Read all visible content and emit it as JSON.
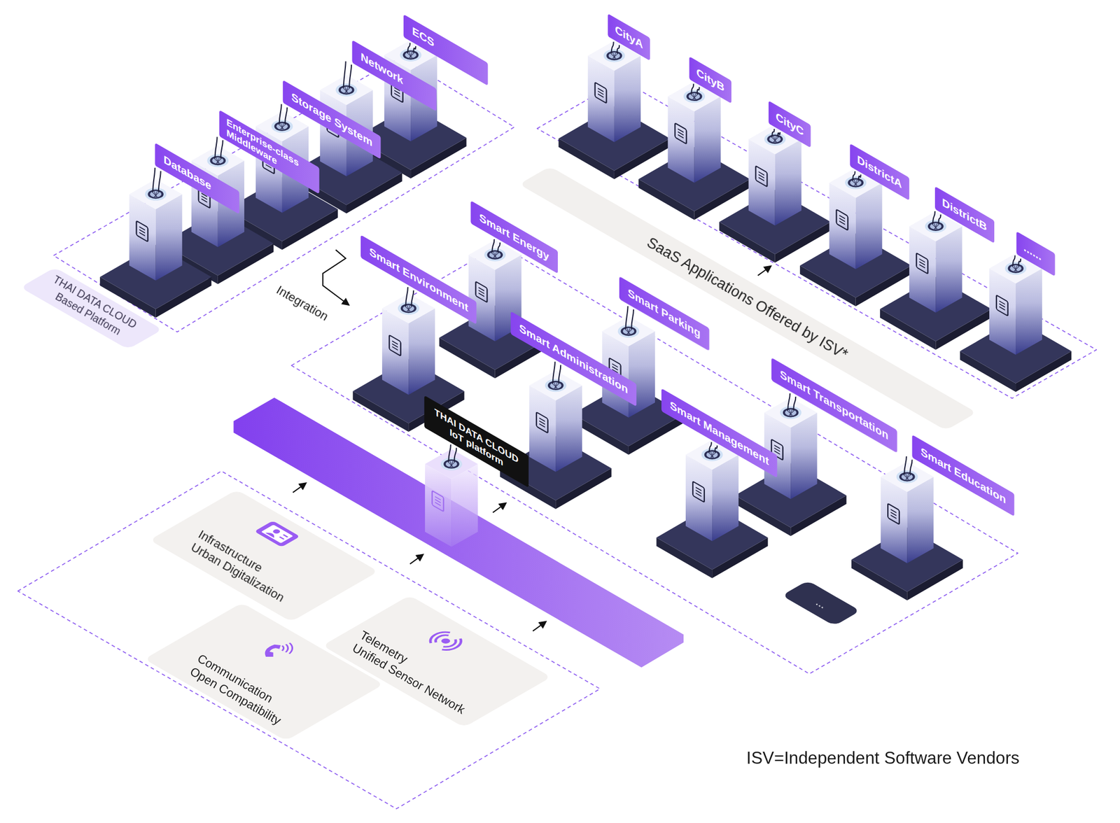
{
  "diagram": {
    "nodes": [
      {
        "text": [
          "ECS"
        ]
      },
      {
        "text": [
          "Network"
        ]
      },
      {
        "text": [
          "Storage System"
        ]
      },
      {
        "text": [
          "Enterprise-class Middleware"
        ]
      },
      {
        "text": [
          "Database"
        ]
      },
      {
        "text": [
          "THAI DATA CLOUD Based Platform"
        ]
      },
      {
        "text": [
          "CityA"
        ]
      },
      {
        "text": [
          "CityB"
        ]
      },
      {
        "text": [
          "CityC"
        ]
      },
      {
        "text": [
          "DistrictA"
        ]
      },
      {
        "text": [
          "DistrictB"
        ]
      },
      {
        "text": [
          "......"
        ]
      },
      {
        "text": [
          "SaaS Applications Offered by ISV*"
        ]
      },
      {
        "text": [
          "Smart Environment"
        ]
      },
      {
        "text": [
          "Smart Energy"
        ]
      },
      {
        "text": [
          "Smart Administration"
        ]
      },
      {
        "text": [
          "Smart Parking"
        ]
      },
      {
        "text": [
          "Smart Management"
        ]
      },
      {
        "text": [
          "Smart Transportation"
        ]
      },
      {
        "text": [
          "Smart Education"
        ]
      },
      {
        "text": [
          "..."
        ]
      },
      {
        "text": [
          "THAI DATA CLOUD IoT platform"
        ]
      },
      {
        "text": [
          "Infrastructure",
          "Urban Digitalization"
        ]
      },
      {
        "text": [
          "Telemetry",
          "Unified Sensor Network"
        ]
      },
      {
        "text": [
          "Communication",
          "Open Compatibility"
        ]
      }
    ],
    "labels": [
      "Integration",
      "ISV=Independent Software Vendors"
    ]
  }
}
